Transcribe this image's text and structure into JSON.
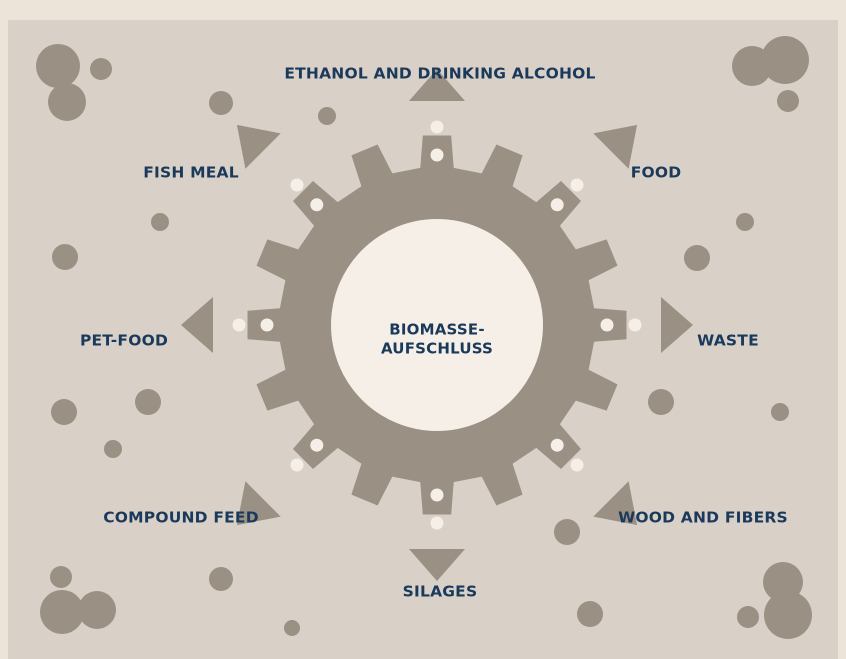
{
  "colors": {
    "background": "#ece4d9",
    "panel": "#d9d1c8",
    "shape": "#9a9084",
    "hub": "#f5efe8",
    "text": "#1a3a5c"
  },
  "center": {
    "line1": "BIOMASSE-",
    "line2": "AUFSCHLUSS"
  },
  "outputs": {
    "top": "ETHANOL AND DRINKING ALCOHOL",
    "top_right": "FOOD",
    "right": "WASTE",
    "bottom_right": "WOOD AND FIBERS",
    "bottom": "SILAGES",
    "bottom_left": "COMPOUND FEED",
    "left": "PET-FOOD",
    "top_left": "FISH MEAL"
  }
}
